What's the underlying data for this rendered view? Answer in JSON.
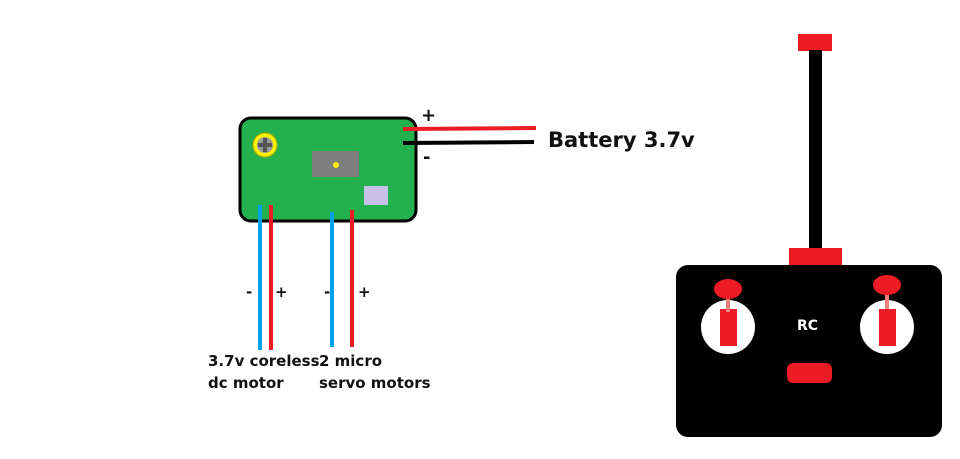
{
  "battery": {
    "label": "Battery 3.7v",
    "plus": "+",
    "minus": "-"
  },
  "motor": {
    "minus": "-",
    "plus": "+",
    "label_line1": "3.7v coreless",
    "label_line2": "dc motor"
  },
  "servo": {
    "minus": "-",
    "plus": "+",
    "label_line1": "2 micro",
    "label_line2": "servo motors"
  },
  "remote": {
    "label": "RC"
  },
  "colors": {
    "board": "#22b14c",
    "wire_positive": "#ed1c24",
    "wire_negative": "#000000",
    "wire_signal": "#00a2e8",
    "remote_body": "#000000",
    "remote_accent": "#ed1c24",
    "chip": "#7f7f7f",
    "chip_dot": "#fff200",
    "connector": "#c8bfe7",
    "screw": "#fff200"
  }
}
